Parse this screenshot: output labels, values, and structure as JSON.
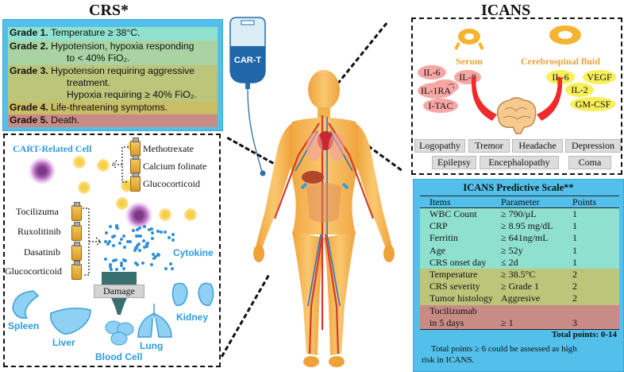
{
  "crs": {
    "title": "CRS*",
    "grades": [
      {
        "label": "Grade 1.",
        "text": "Temperature  ≥  38°C.",
        "color": "#8fe0cf"
      },
      {
        "label": "Grade 2.",
        "text": "Hypotension, hypoxia responding",
        "line2": "to < 40%  FiO₂.",
        "color": "#a9d3a3"
      },
      {
        "label": "Grade 3.",
        "text": "Hypotension requiring aggressive",
        "line2": "treatment.",
        "line3": "Hypoxia requiring  ≥ 40%  FiO₂.",
        "color": "#bcc57a"
      },
      {
        "label": "Grade 4.",
        "text": "Life-threatening symptoms.",
        "color": "#c9bd66"
      },
      {
        "label": "Grade 5.",
        "text": "Death.",
        "color": "#c98b86"
      }
    ]
  },
  "iv_bag": {
    "label": "CAR-T"
  },
  "left_panel": {
    "cart_label": "CART-Related Cell",
    "drugs_top": [
      "Methotrexate",
      "Calcium folinate",
      "Glucocorticoid"
    ],
    "drugs_left": [
      "Tocilizuma",
      "Ruxolitinib",
      "Dasatinib",
      "Glucocorticoid"
    ],
    "cytokine_label": "Cytokine",
    "damage_label": "Damage",
    "organs": [
      "Spleen",
      "Liver",
      "Blood Cell",
      "Lung",
      "Kidney"
    ]
  },
  "icans": {
    "title": "ICANS",
    "serum_label": "Serum",
    "csf_label": "Cerebrospinal fluid",
    "serum_markers": [
      "IL-6",
      "IL-8",
      "MIG",
      "IL-1RA",
      "I-TAC"
    ],
    "csf_markers": [
      "IL-6",
      "VEGF",
      "IL-2",
      "GM-CSF"
    ],
    "symptoms_row1": [
      "Logopathy",
      "Tremor",
      "Headache",
      "Depression"
    ],
    "symptoms_row2": [
      "Epilepsy",
      "Encephalopathy",
      "Coma"
    ]
  },
  "scale": {
    "title": "ICANS Predictive Scale**",
    "headers": [
      "Items",
      "Parameter",
      "Points"
    ],
    "rows": [
      {
        "item": "WBC Count",
        "param": "≥ 790/μL",
        "points": "1",
        "group": 1
      },
      {
        "item": "CRP",
        "param": "≥ 8.95 mg/dL",
        "points": "1",
        "group": 1
      },
      {
        "item": "Ferritin",
        "param": "≥ 641ng/mL",
        "points": "1",
        "group": 1
      },
      {
        "item": "Age",
        "param": "≥ 52y",
        "points": "1",
        "group": 1
      },
      {
        "item": "CRS onset day",
        "param": "≤ 2d",
        "points": "1",
        "group": 1
      },
      {
        "item": "Temperature",
        "param": "≥ 38.5°C",
        "points": "2",
        "group": 2
      },
      {
        "item": "CRS severity",
        "param": "≥ Grade 1",
        "points": "2",
        "group": 2
      },
      {
        "item": "Tumor histology",
        "param": "Aggresive",
        "points": "2",
        "group": 2
      },
      {
        "item": "Tocilizumab",
        "param": "",
        "points": "",
        "group": 3
      },
      {
        "item": "in 5 days",
        "param": "≥ 1",
        "points": "3",
        "group": 3
      }
    ],
    "total": "Total points: 0-14",
    "note_line1": "Total points ≥ 6 could be assessed as high",
    "note_line2": "risk in ICANS.",
    "colors": {
      "group1": "#8fe0cf",
      "group2": "#bcc57a",
      "group3": "#c98b86",
      "header": "#52c0ea"
    }
  }
}
